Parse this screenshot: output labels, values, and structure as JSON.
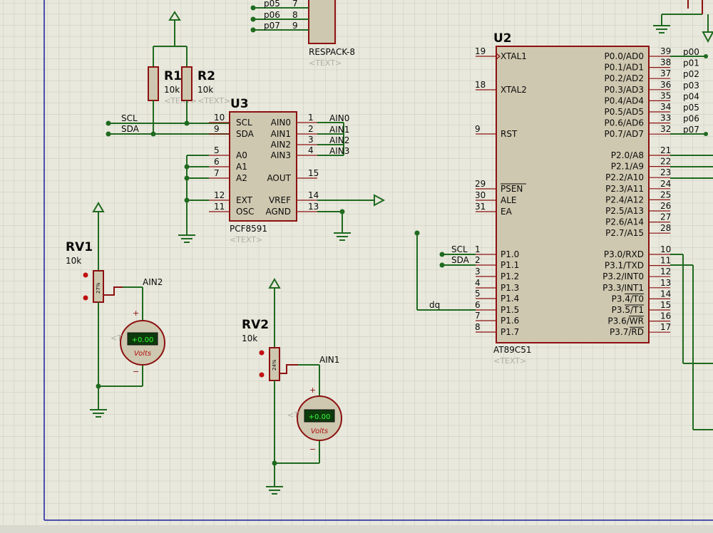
{
  "components": {
    "respack": {
      "ref": "",
      "part": "RESPACK-8",
      "text": "<TEXT>",
      "pins": [
        {
          "net": "p05",
          "num": "7"
        },
        {
          "net": "p06",
          "num": "8"
        },
        {
          "net": "p07",
          "num": "9"
        }
      ]
    },
    "r1": {
      "ref": "R1",
      "value": "10k",
      "text": "<TEXT>"
    },
    "r2": {
      "ref": "R2",
      "value": "10k",
      "text": "<TEXT>"
    },
    "u3": {
      "ref": "U3",
      "part": "PCF8591",
      "text": "<TEXT>",
      "left_pins": [
        {
          "num": "10",
          "label": "SCL"
        },
        {
          "num": "9",
          "label": "SDA"
        },
        {
          "num": "5",
          "label": "A0"
        },
        {
          "num": "6",
          "label": "A1"
        },
        {
          "num": "7",
          "label": "A2"
        },
        {
          "num": "12",
          "label": "EXT"
        },
        {
          "num": "11",
          "label": "OSC"
        }
      ],
      "right_pins": [
        {
          "num": "1",
          "label": "AIN0",
          "net": "AIN0"
        },
        {
          "num": "2",
          "label": "AIN1",
          "net": "AIN1"
        },
        {
          "num": "3",
          "label": "AIN2",
          "net": "AIN2"
        },
        {
          "num": "4",
          "label": "AIN3",
          "net": "AIN3"
        },
        {
          "num": "15",
          "label": "AOUT",
          "net": ""
        },
        {
          "num": "14",
          "label": "VREF",
          "net": ""
        },
        {
          "num": "13",
          "label": "AGND",
          "net": ""
        }
      ]
    },
    "u2": {
      "ref": "U2",
      "part": "AT89C51",
      "text": "<TEXT>",
      "left_pins": [
        {
          "num": "19",
          "label": "XTAL1"
        },
        {
          "num": "18",
          "label": "XTAL2"
        },
        {
          "num": "9",
          "label": "RST"
        },
        {
          "num": "29",
          "label": "PSEN"
        },
        {
          "num": "30",
          "label": "ALE"
        },
        {
          "num": "31",
          "label": "EA"
        },
        {
          "num": "1",
          "label": "P1.0"
        },
        {
          "num": "2",
          "label": "P1.1"
        },
        {
          "num": "3",
          "label": "P1.2"
        },
        {
          "num": "4",
          "label": "P1.3"
        },
        {
          "num": "5",
          "label": "P1.4"
        },
        {
          "num": "6",
          "label": "P1.5"
        },
        {
          "num": "7",
          "label": "P1.6"
        },
        {
          "num": "8",
          "label": "P1.7"
        }
      ],
      "right_pins": [
        {
          "num": "39",
          "label": "P0.0/AD0",
          "net": "p00"
        },
        {
          "num": "38",
          "label": "P0.1/AD1",
          "net": "p01"
        },
        {
          "num": "37",
          "label": "P0.2/AD2",
          "net": "p02"
        },
        {
          "num": "36",
          "label": "P0.3/AD3",
          "net": "p03"
        },
        {
          "num": "35",
          "label": "P0.4/AD4",
          "net": "p04"
        },
        {
          "num": "34",
          "label": "P0.5/AD5",
          "net": "p05"
        },
        {
          "num": "33",
          "label": "P0.6/AD6",
          "net": "p06"
        },
        {
          "num": "32",
          "label": "P0.7/AD7",
          "net": "p07"
        },
        {
          "num": "21",
          "label": "P2.0/A8",
          "net": ""
        },
        {
          "num": "22",
          "label": "P2.1/A9",
          "net": ""
        },
        {
          "num": "23",
          "label": "P2.2/A10",
          "net": ""
        },
        {
          "num": "24",
          "label": "P2.3/A11",
          "net": ""
        },
        {
          "num": "25",
          "label": "P2.4/A12",
          "net": ""
        },
        {
          "num": "26",
          "label": "P2.5/A13",
          "net": ""
        },
        {
          "num": "27",
          "label": "P2.6/A14",
          "net": ""
        },
        {
          "num": "28",
          "label": "P2.7/A15",
          "net": ""
        },
        {
          "num": "10",
          "label": "P3.0/RXD",
          "net": ""
        },
        {
          "num": "11",
          "label": "P3.1/TXD",
          "net": ""
        },
        {
          "num": "12",
          "label": "P3.2/INT0",
          "net": ""
        },
        {
          "num": "13",
          "label": "P3.3/INT1",
          "net": ""
        },
        {
          "num": "14",
          "label": "P3.4/T0",
          "net": ""
        },
        {
          "num": "15",
          "label": "P3.5/T1",
          "net": ""
        },
        {
          "num": "16",
          "label": "P3.6/WR",
          "net": ""
        },
        {
          "num": "17",
          "label": "P3.7/RD",
          "net": ""
        }
      ]
    },
    "rv1": {
      "ref": "RV1",
      "value": "10k",
      "percent": "27%",
      "net": "AIN2"
    },
    "rv2": {
      "ref": "RV2",
      "value": "10k",
      "percent": "24%",
      "net": "AIN1"
    },
    "vm1": {
      "display": "+0.00",
      "unit": "Volts",
      "text": "<T",
      "plus": "+",
      "minus": "−"
    },
    "vm2": {
      "display": "+0.00",
      "unit": "Volts",
      "text": "<T",
      "plus": "+",
      "minus": "−"
    }
  },
  "nets": {
    "scl": "SCL",
    "sda": "SDA",
    "dq": "dq"
  },
  "colors": {
    "background": "#e8e8dc",
    "grid": "#c9c9bd",
    "wire": "#1f6a1f",
    "component": "#8c1010",
    "body": "#cfc8b0",
    "border": "#1a1aa0"
  }
}
